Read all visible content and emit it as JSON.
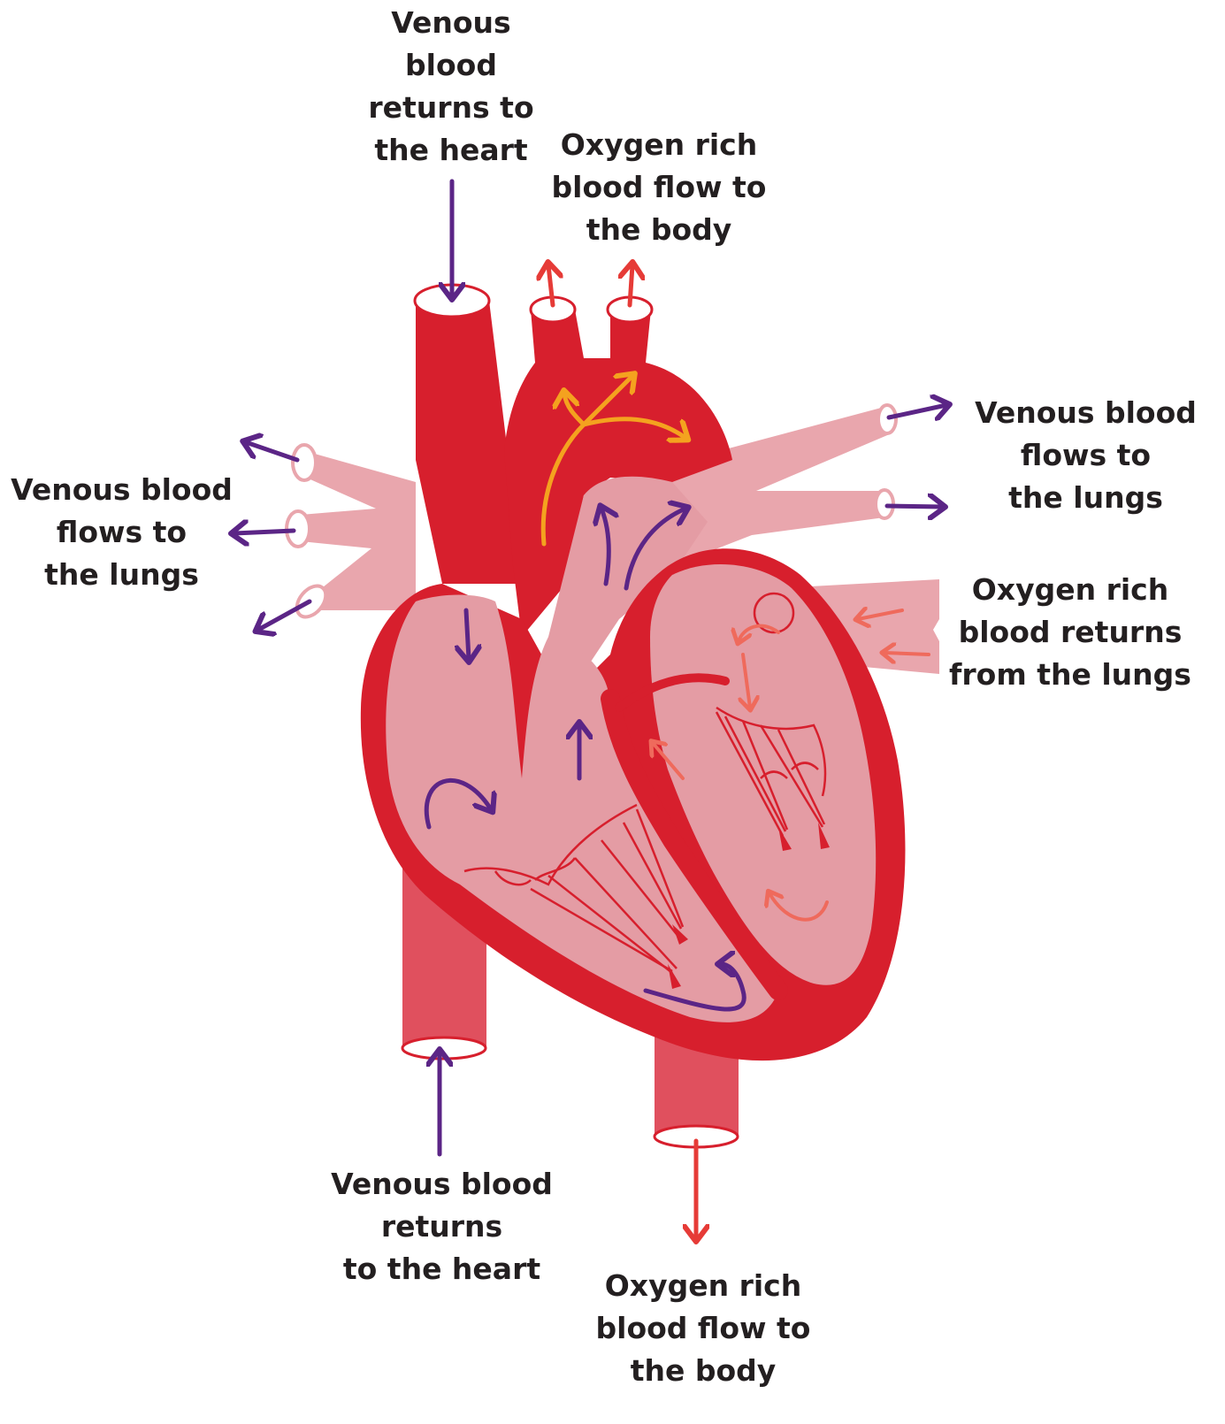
{
  "colors": {
    "wall": "#d71f2d",
    "chamber": "#e49ca4",
    "vessel_light": "#e9a6ad",
    "vena_cava_lower": "#e0505e",
    "venous_arrow": "#5b2586",
    "arterial_arrow": "#e63b37",
    "aortic_arrow": "#f4a21f",
    "text": "#231f20"
  },
  "labels": {
    "top_venous": [
      "Venous",
      "blood",
      "returns to",
      "the heart"
    ],
    "top_oxygen": [
      "Oxygen rich",
      "blood flow to",
      "the body"
    ],
    "left_lungs": [
      "Venous blood",
      "flows to",
      "the lungs"
    ],
    "right_lungs": [
      "Venous blood",
      "flows to",
      "the lungs"
    ],
    "right_return": [
      "Oxygen rich",
      "blood returns",
      "from the lungs"
    ],
    "bottom_venous": [
      "Venous blood",
      "returns",
      "to the heart"
    ],
    "bottom_oxygen": [
      "Oxygen rich",
      "blood flow to",
      "the body"
    ]
  }
}
